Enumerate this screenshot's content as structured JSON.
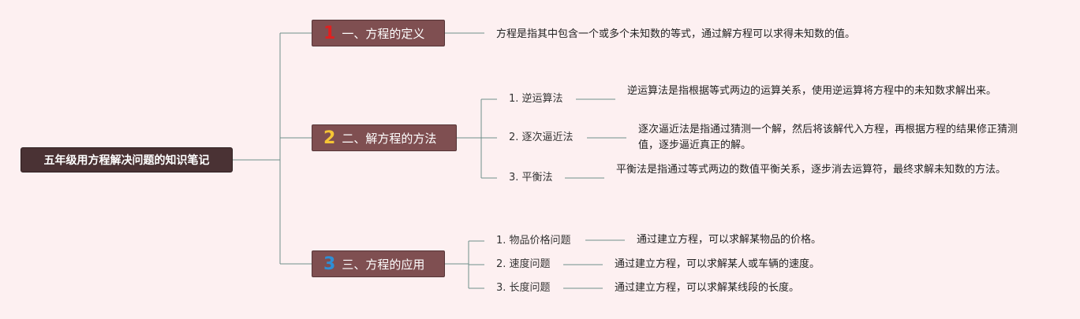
{
  "colors": {
    "background": "#fdf0f1",
    "root": "#4a3234",
    "branch": "#7f4f51",
    "line": "#6f8f8b",
    "num1": "#e02020",
    "num2": "#f6c535",
    "num3": "#2e8fd6"
  },
  "root": {
    "label": "五年级用方程解决问题的知识笔记"
  },
  "branches": [
    {
      "num": "1",
      "label": "一、方程的定义",
      "desc": "方程是指其中包含一个或多个未知数的等式，通过解方程可以求得未知数的值。"
    },
    {
      "num": "2",
      "label": "二、解方程的方法",
      "items": [
        {
          "label": "1. 逆运算法",
          "desc": "逆运算法是指根据等式两边的运算关系，使用逆运算将方程中的未知数求解出来。"
        },
        {
          "label": "2. 逐次逼近法",
          "desc": "逐次逼近法是指通过猜测一个解，然后将该解代入方程，再根据方程的结果修正猜测值，逐步逼近真正的解。"
        },
        {
          "label": "3. 平衡法",
          "desc": "平衡法是指通过等式两边的数值平衡关系，逐步消去运算符，最终求解未知数的方法。"
        }
      ]
    },
    {
      "num": "3",
      "label": "三、方程的应用",
      "items": [
        {
          "label": "1. 物品价格问题",
          "desc": "通过建立方程，可以求解某物品的价格。"
        },
        {
          "label": "2. 速度问题",
          "desc": "通过建立方程，可以求解某人或车辆的速度。"
        },
        {
          "label": "3. 长度问题",
          "desc": "通过建立方程，可以求解某线段的长度。"
        }
      ]
    }
  ]
}
